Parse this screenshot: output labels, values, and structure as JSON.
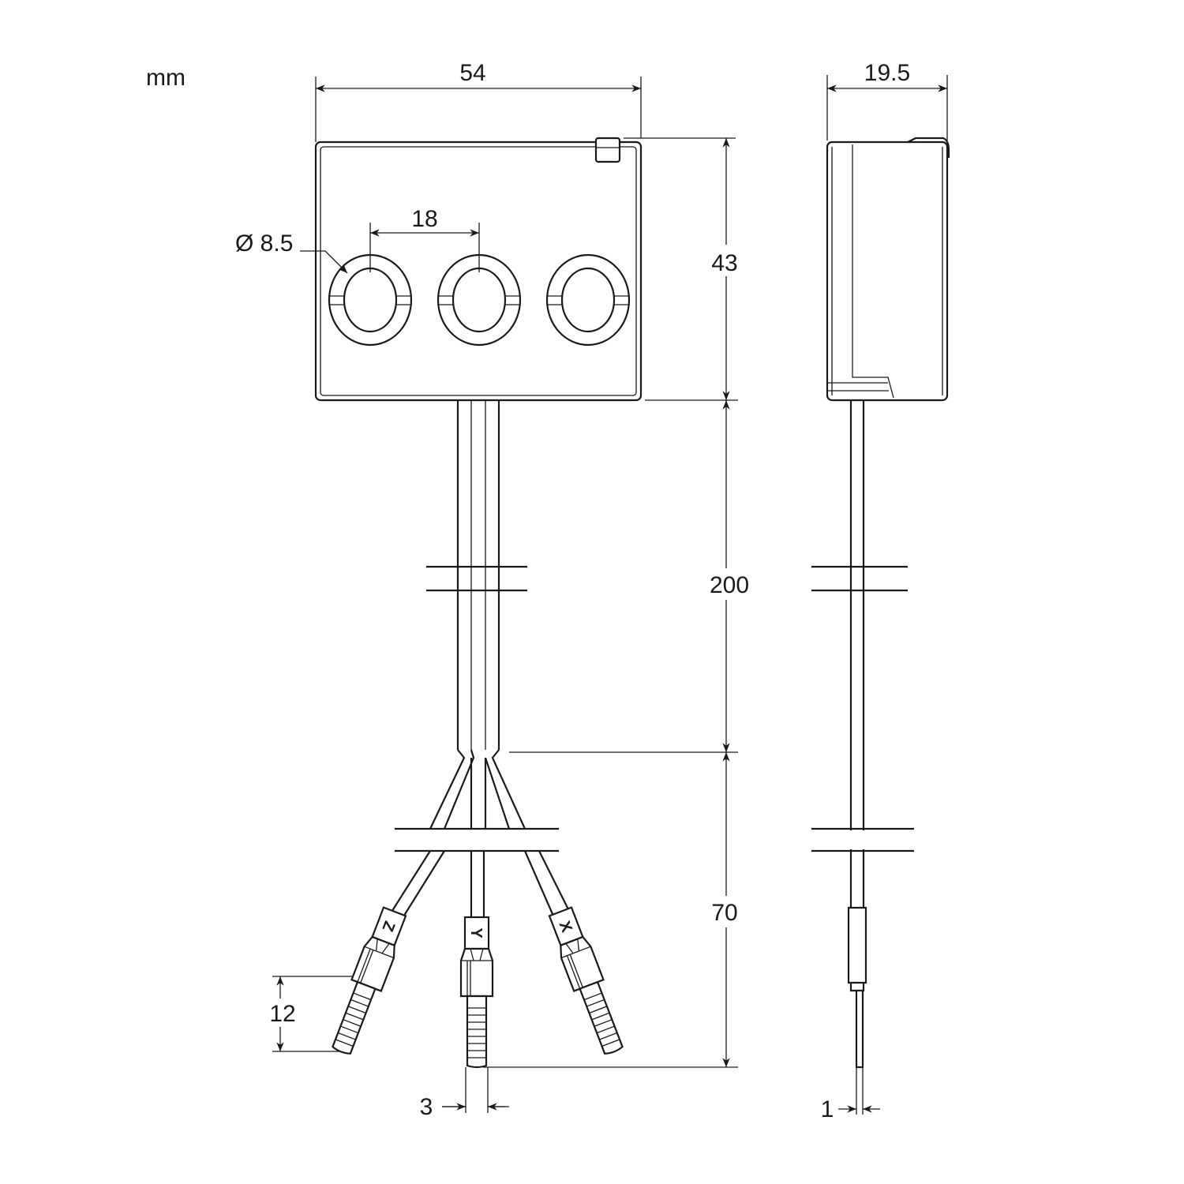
{
  "units": "mm",
  "dimensions": {
    "width": "54",
    "depth": "19.5",
    "hole_spacing": "18",
    "hole_diameter": "Ø 8.5",
    "height": "43",
    "cable_length": "200",
    "lead_length": "70",
    "pin_length": "12",
    "pin_width": "3",
    "pin_thickness": "1"
  },
  "connector_labels": [
    "Z",
    "Y",
    "X"
  ]
}
